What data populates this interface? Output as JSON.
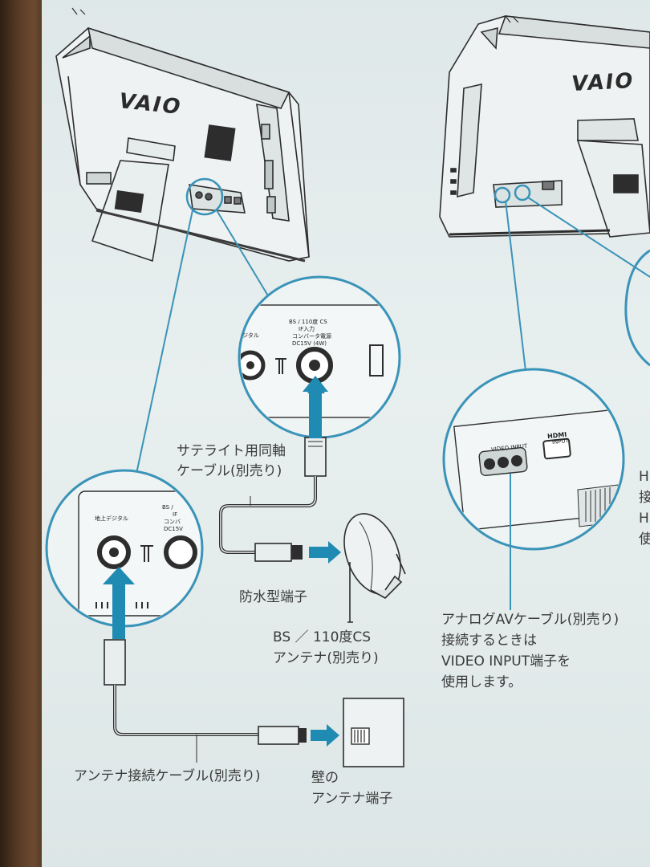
{
  "left_diagram": {
    "brand": "VAIO",
    "zoom_top": {
      "port_left_partial": "ジタル",
      "port_title_line1": "BS / 110度 CS",
      "port_title_line2": "IF入力",
      "port_title_line3": "コンバータ電源",
      "port_title_line4": "DC15V (4W)"
    },
    "zoom_left": {
      "port_label": "地上デジタル",
      "partial_line1": "BS /",
      "partial_line2": "IF",
      "partial_line3": "コンバ",
      "partial_line4": "DC15V"
    },
    "satellite_cable_line1": "サテライト用同軸",
    "satellite_cable_line2": "ケーブル(別売り)",
    "waterproof_terminal": "防水型端子",
    "bs_antenna_line1": "BS ／ 110度CS",
    "bs_antenna_line2": "アンテナ(別売り)",
    "antenna_cable": "アンテナ接続ケーブル(別売り)",
    "wall_terminal_line1": "壁の",
    "wall_terminal_line2": "アンテナ端子"
  },
  "right_diagram": {
    "brand": "VAIO",
    "zoom": {
      "video_input_label": "VIDEO INPUT",
      "hdmi_logo": "HDMI",
      "hdmi_input": "INPUT"
    },
    "cutoff_chars": [
      "H",
      "接",
      "H",
      "使"
    ],
    "note_line1": "アナログAVケーブル(別売り)",
    "note_line2": "接続するときは",
    "note_line3": "VIDEO INPUT端子を",
    "note_line4": "使用します。"
  },
  "colors": {
    "accent_blue": "#1f8bb3",
    "callout_ring": "#3a93b8",
    "paper": "#e3ebeb",
    "line": "#2d2d2d"
  }
}
